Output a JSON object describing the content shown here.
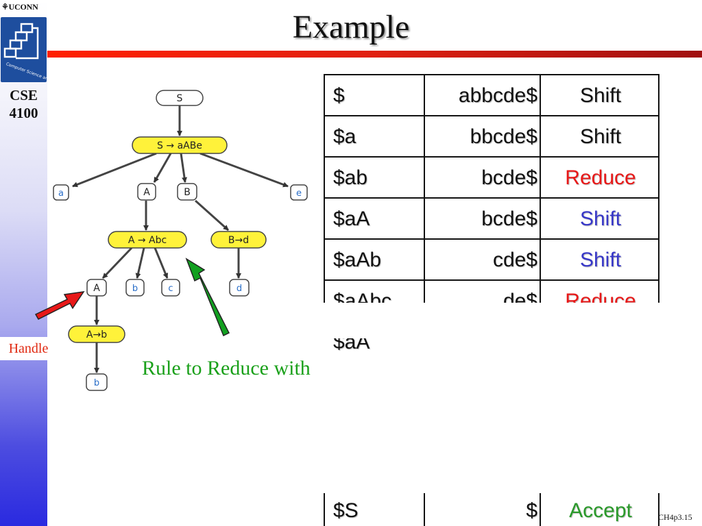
{
  "sidebar": {
    "logo_text": "⚘UCONN",
    "logo_caption": "Computer Science and Engineering",
    "course_line1": "CSE",
    "course_line2": "4100",
    "handle_label": "Handle"
  },
  "title": "Example",
  "table": {
    "rows": [
      {
        "stack": "$",
        "input": "abbcde$",
        "action": "Shift",
        "color": "black"
      },
      {
        "stack": "$a",
        "input": "bbcde$",
        "action": "Shift",
        "color": "black"
      },
      {
        "stack": "$ab",
        "input": "bcde$",
        "action": "Reduce",
        "color": "red"
      },
      {
        "stack": "$aA",
        "input": "bcde$",
        "action": "Shift",
        "color": "blue"
      },
      {
        "stack": "$aAb",
        "input": "cde$",
        "action": "Shift",
        "color": "blue"
      },
      {
        "stack": "$aAbc",
        "input": "de$",
        "action": "Reduce",
        "color": "red"
      },
      {
        "stack": "$aA",
        "input": "",
        "action": "",
        "color": "black"
      },
      {
        "stack": "$S",
        "input": "$",
        "action": "Accept",
        "color": "green"
      }
    ]
  },
  "tree": {
    "nodes": {
      "root": "S",
      "rule_s": "S → aABe",
      "a": "a",
      "A1": "A",
      "B": "B",
      "e": "e",
      "rule_a1": "A → Abc",
      "rule_b": "B→d",
      "A2": "A",
      "b1": "b",
      "c": "c",
      "d": "d",
      "rule_a2": "A→b",
      "b2": "b"
    },
    "colors": {
      "rule_fill": "#fff23a",
      "leaf_text": "#2a6ec8",
      "handle_arrow": "#e81818",
      "rule_arrow": "#12a020"
    }
  },
  "rule_label": "Rule to Reduce with",
  "slide_number": "CH4p3.15"
}
